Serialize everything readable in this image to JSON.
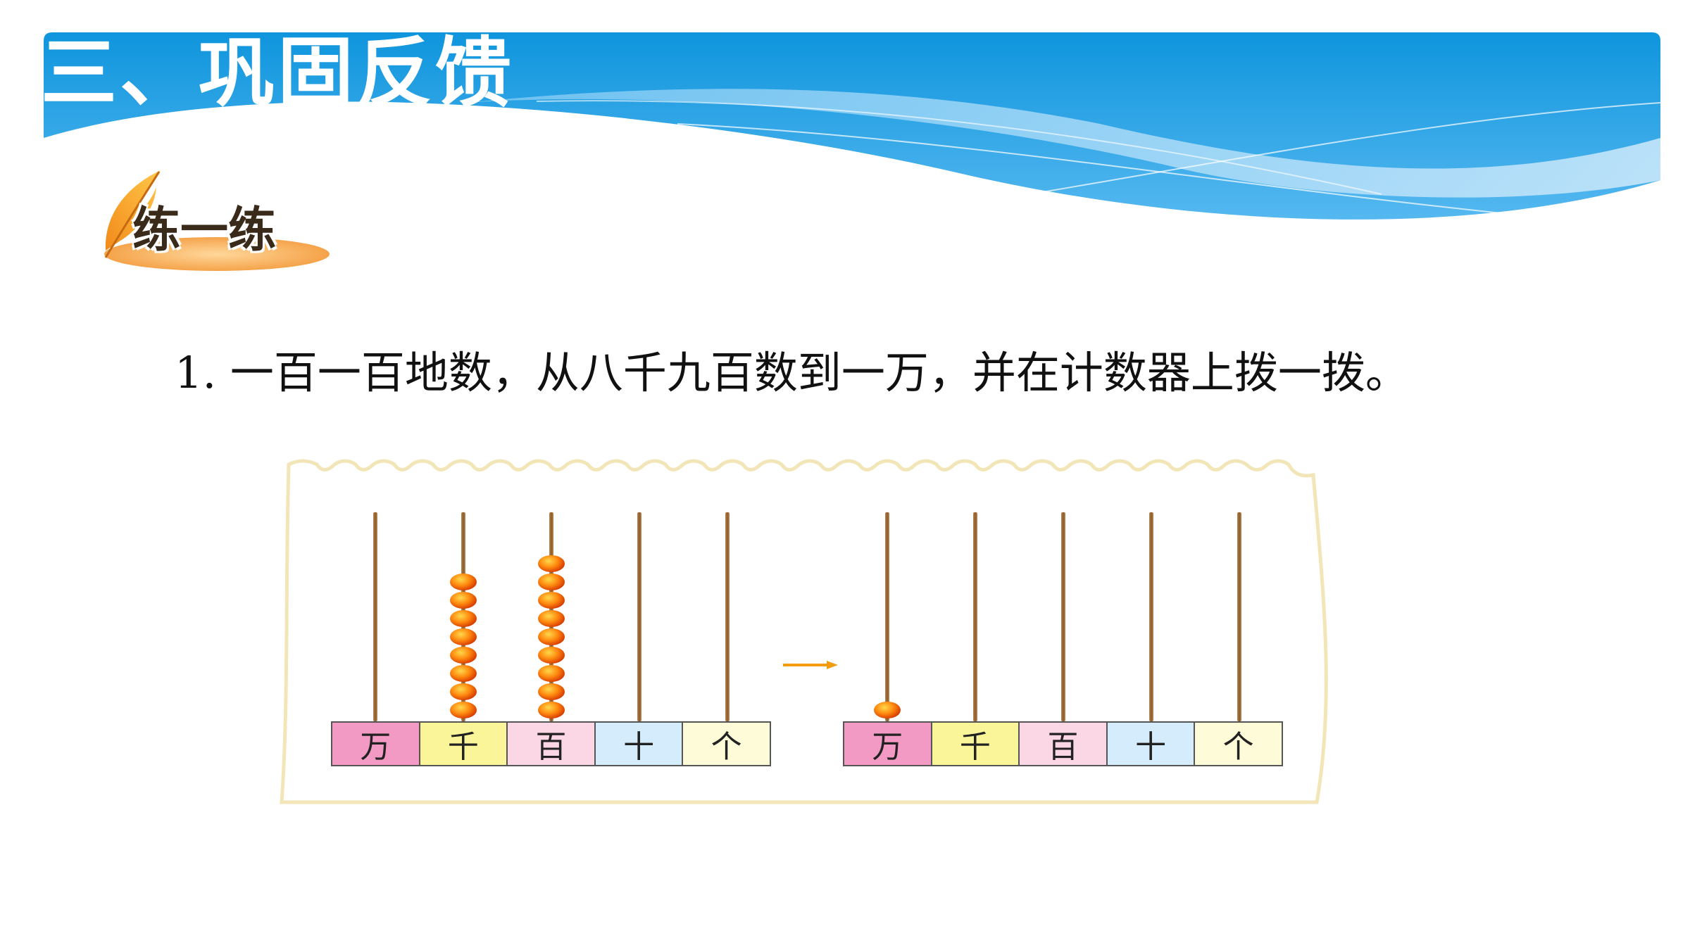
{
  "header": {
    "title": "三、巩固反馈",
    "section_badge": "练一练"
  },
  "question": {
    "text": "1. 一百一百地数，从八千九百数到一万，并在计数器上拨一拨。"
  },
  "abacuses": [
    {
      "place_labels": [
        "万",
        "千",
        "百",
        "十",
        "个"
      ],
      "beads": [
        0,
        8,
        9,
        0,
        0
      ]
    },
    {
      "place_labels": [
        "万",
        "千",
        "百",
        "十",
        "个"
      ],
      "beads": [
        1,
        0,
        0,
        0,
        0
      ]
    }
  ],
  "colors": {
    "banner_top": "#139ae0",
    "banner_light": "#9fd4f6",
    "cell_wan": "#f29ac4",
    "cell_qian": "#fbf59a",
    "cell_bai": "#fbd6e4",
    "cell_shi": "#d4ecfb",
    "cell_ge": "#fdfbd8",
    "bead": "#ff6a00",
    "arrow": "#f39c12"
  },
  "icons": {
    "badge": "feather-quill-icon",
    "arrow": "right-arrow-icon"
  }
}
